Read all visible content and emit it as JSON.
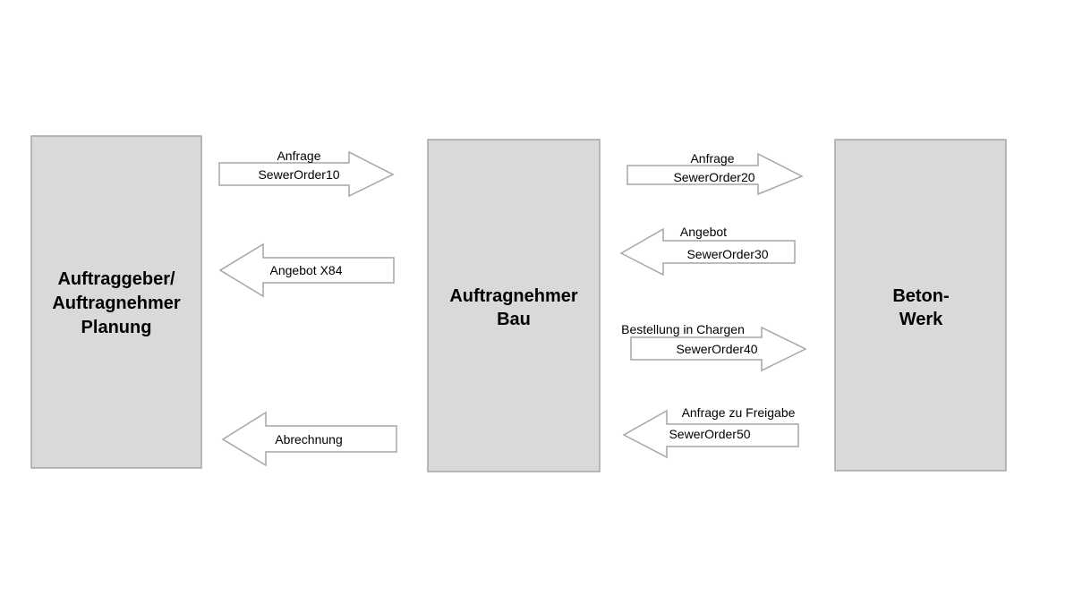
{
  "colors": {
    "box_fill": "#d9d9d9",
    "box_stroke": "#a6a6a6",
    "arrow_fill": "#ffffff",
    "arrow_stroke": "#a6a6a6",
    "text": "#000000"
  },
  "boxes": {
    "planung": {
      "lines": [
        "Auftraggeber/",
        "Auftragnehmer",
        "Planung"
      ]
    },
    "bau": {
      "lines": [
        "Auftragnehmer",
        "Bau"
      ]
    },
    "werk": {
      "lines": [
        "Beton-",
        "Werk"
      ]
    }
  },
  "arrows": {
    "a1": {
      "direction": "right",
      "label_top": "Anfrage",
      "label_body": "SewerOrder10"
    },
    "a2": {
      "direction": "left",
      "label_body": "Angebot X84"
    },
    "a3": {
      "direction": "left",
      "label_body": "Abrechnung"
    },
    "a4": {
      "direction": "right",
      "label_top": "Anfrage",
      "label_body": "SewerOrder20"
    },
    "a5": {
      "direction": "left",
      "label_top": "Angebot",
      "label_body": "SewerOrder30"
    },
    "a6": {
      "direction": "right",
      "label_top": "Bestellung in Chargen",
      "label_body": "SewerOrder40"
    },
    "a7": {
      "direction": "left",
      "label_top": "Anfrage zu Freigabe",
      "label_body": "SewerOrder50"
    }
  }
}
